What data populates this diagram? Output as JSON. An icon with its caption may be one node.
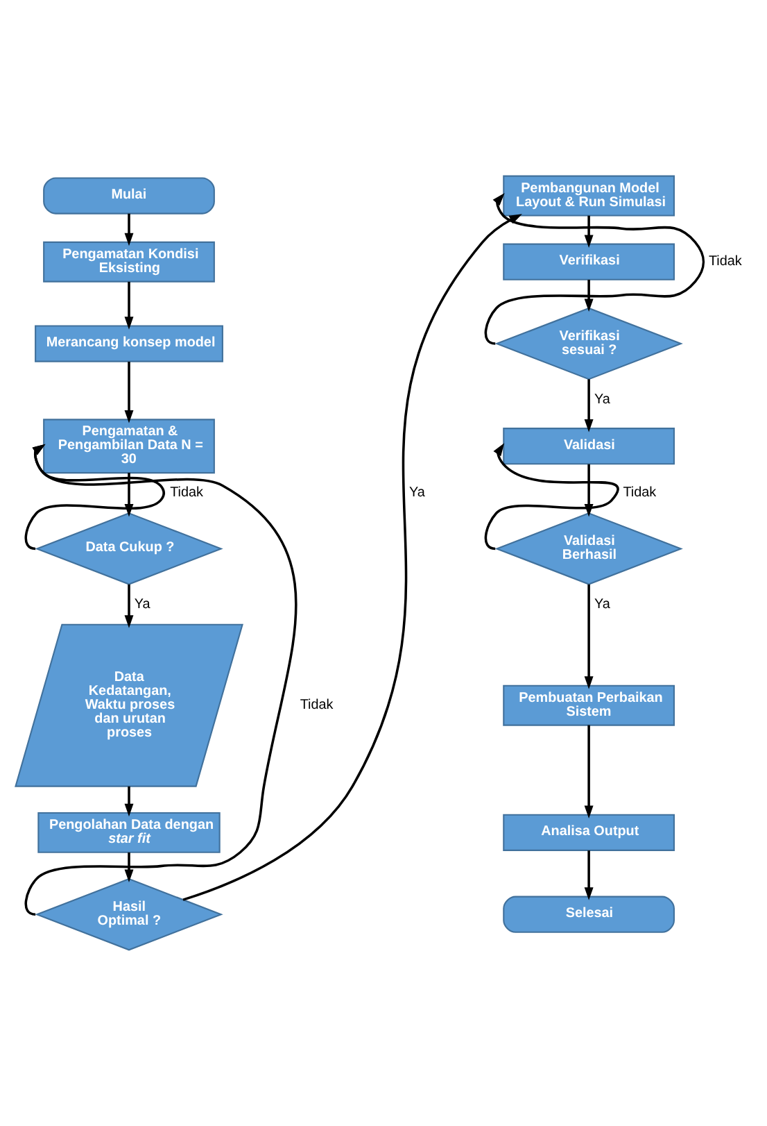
{
  "diagram": {
    "nodes": [
      {
        "text": [
          "Mulai"
        ]
      },
      {
        "text": [
          "Pengamatan Kondisi Eksisting"
        ]
      },
      {
        "text": [
          "Merancang konsep model"
        ]
      },
      {
        "text": [
          "Pengamatan & Pengambilan Data N = 30"
        ]
      },
      {
        "text": [
          "Data Cukup ?"
        ]
      },
      {
        "text": [
          "Data Kedatangan, Waktu proses dan urutan proses"
        ]
      },
      {
        "text": [
          "Pengolahan Data dengan *star fit*"
        ]
      },
      {
        "text": [
          "Hasil Optimal ?"
        ]
      },
      {
        "text": [
          "Pembangunan Model Layout & Run Simulasi"
        ]
      },
      {
        "text": [
          "Verifikasi"
        ]
      },
      {
        "text": [
          "Verifikasi sesuai ?"
        ]
      },
      {
        "text": [
          "Validasi"
        ]
      },
      {
        "text": [
          "Validasi Berhasil"
        ]
      },
      {
        "text": [
          "Pembuatan Perbaikan Sistem"
        ]
      },
      {
        "text": [
          "Analisa Output"
        ]
      },
      {
        "text": [
          "Selesai"
        ]
      }
    ],
    "edges": [
      {
        "from": 0,
        "to": 1,
        "arrow": "to"
      },
      {
        "from": 1,
        "to": 2,
        "arrow": "to"
      },
      {
        "from": 2,
        "to": 3,
        "arrow": "to"
      },
      {
        "from": 3,
        "to": 4,
        "arrow": "to"
      },
      {
        "from": 4,
        "to": 3,
        "arrow": "to",
        "label": "Tidak"
      },
      {
        "from": 4,
        "to": 5,
        "arrow": "to",
        "label": "Ya"
      },
      {
        "from": 5,
        "to": 6,
        "arrow": "to"
      },
      {
        "from": 6,
        "to": 7,
        "arrow": "to"
      },
      {
        "from": 7,
        "to": 3,
        "arrow": "to",
        "label": "Tidak"
      },
      {
        "from": 7,
        "to": 8,
        "arrow": "to",
        "label": "Ya"
      },
      {
        "from": 8,
        "to": 9,
        "arrow": "to"
      },
      {
        "from": 9,
        "to": 10,
        "arrow": "to"
      },
      {
        "from": 10,
        "to": 8,
        "arrow": "to",
        "label": "Tidak"
      },
      {
        "from": 10,
        "to": 11,
        "arrow": "to",
        "label": "Ya"
      },
      {
        "from": 11,
        "to": 12,
        "arrow": "to"
      },
      {
        "from": 12,
        "to": 11,
        "arrow": "to",
        "label": "Tidak"
      },
      {
        "from": 12,
        "to": 13,
        "arrow": "to",
        "label": "Ya"
      },
      {
        "from": 13,
        "to": 14,
        "arrow": "to"
      },
      {
        "from": 14,
        "to": 15,
        "arrow": "to"
      }
    ]
  }
}
